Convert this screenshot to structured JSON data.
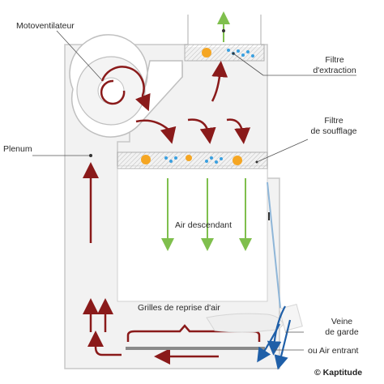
{
  "labels": {
    "motoventilateur": "Motoventilateur",
    "filtre_extraction_l1": "Filtre",
    "filtre_extraction_l2": "d'extraction",
    "filtre_soufflage_l1": "Filtre",
    "filtre_soufflage_l2": "de soufflage",
    "plenum": "Plenum",
    "air_descendant": "Air descendant",
    "grilles": "Grilles de reprise d'air",
    "veine_l1": "Veine",
    "veine_l2": "de garde",
    "air_entrant": "ou Air entrant",
    "copyright": "© Kaptitude"
  },
  "colors": {
    "cabinet_fill": "#f2f2f2",
    "cabinet_stroke": "#c8c8c8",
    "airflow_red": "#8a1a1a",
    "airflow_green": "#7fbf4d",
    "particle_orange": "#f5a623",
    "particle_blue": "#3aa0e0",
    "sash_blue": "#8fb6d8",
    "inflow_blue": "#1f5fa8"
  }
}
